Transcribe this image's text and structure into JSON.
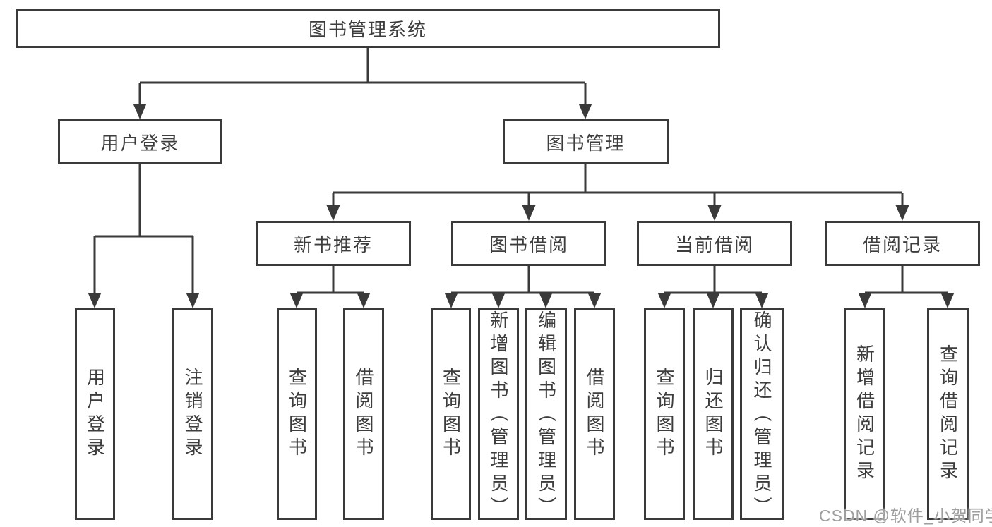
{
  "colors": {
    "line": "#3a3a3a",
    "text": "#3d3d3d",
    "box_background": "#ffffff",
    "page_background": "#ffffff",
    "watermark": "#9e9e9e"
  },
  "tree": {
    "root": {
      "label": "图书管理系统"
    },
    "branches": [
      {
        "label": "用户登录",
        "children": [
          {
            "label": "用户登录"
          },
          {
            "label": "注销登录"
          }
        ]
      },
      {
        "label": "图书管理",
        "children": [
          {
            "label": "新书推荐",
            "children": [
              {
                "label": "查询图书"
              },
              {
                "label": "借阅图书"
              }
            ]
          },
          {
            "label": "图书借阅",
            "children": [
              {
                "label": "查询图书"
              },
              {
                "label": "新增图书（管理员）"
              },
              {
                "label": "编辑图书（管理员）"
              },
              {
                "label": "借阅图书"
              }
            ]
          },
          {
            "label": "当前借阅",
            "children": [
              {
                "label": "查询图书"
              },
              {
                "label": "归还图书"
              },
              {
                "label": "确认归还（管理员）"
              }
            ]
          },
          {
            "label": "借阅记录",
            "children": [
              {
                "label": "新增借阅记录"
              },
              {
                "label": "查询借阅记录"
              }
            ]
          }
        ]
      }
    ]
  },
  "watermark": {
    "text": "CSDN @软件_小贺同学"
  }
}
